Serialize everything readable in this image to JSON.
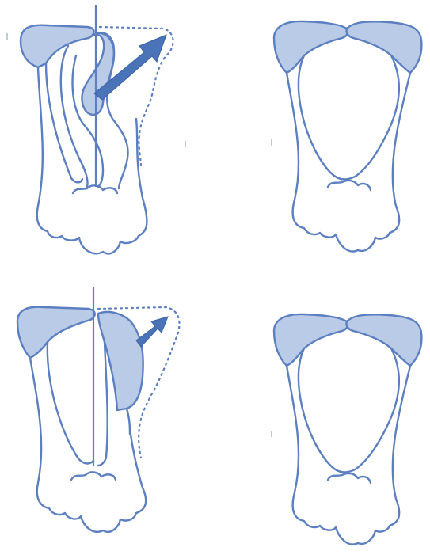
{
  "colors": {
    "outline": "#5b7fc0",
    "fill": "#b9cbe6",
    "arrow": "#4a73b8",
    "background": "#ffffff"
  },
  "panels": [
    {
      "id": "top-left",
      "state": "displaced",
      "arrow": "large"
    },
    {
      "id": "top-right",
      "state": "normal"
    },
    {
      "id": "bottom-left",
      "state": "displaced",
      "arrow": "small"
    },
    {
      "id": "bottom-right",
      "state": "normal"
    }
  ]
}
